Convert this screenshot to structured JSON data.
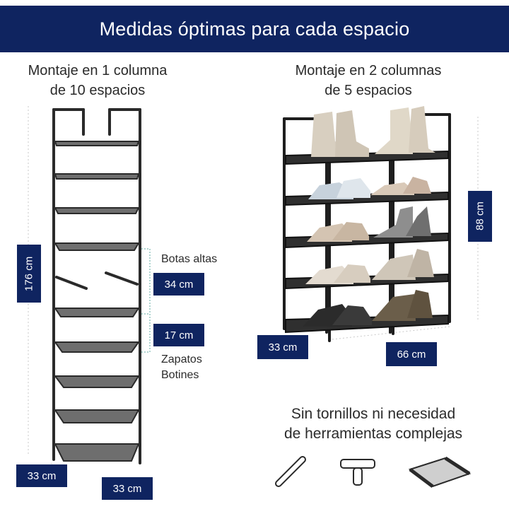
{
  "banner": {
    "title": "Medidas óptimas para cada espacio"
  },
  "left": {
    "caption_line1": "Montaje en 1 columna",
    "caption_line2": "de 10 espacios",
    "height_label": "176 cm",
    "depth_label": "33 cm",
    "width_label": "33 cm",
    "tall_label": "Botas altas",
    "tall_value": "34 cm",
    "short_value": "17 cm",
    "short_label_1": "Zapatos",
    "short_label_2": "Botines"
  },
  "right": {
    "caption_line1": "Montaje en 2 columnas",
    "caption_line2": "de 5 espacios",
    "height_label": "88 cm",
    "depth_label": "33 cm",
    "width_label": "66 cm"
  },
  "tools": {
    "line1": "Sin tornillos ni necesidad",
    "line2": "de herramientas complejas",
    "icons": [
      "rod-icon",
      "connector-icon",
      "shelf-panel-icon"
    ]
  },
  "colors": {
    "banner": "#0f2460",
    "frame": "#2a2a2a",
    "shelf": "#6e6e6e"
  }
}
